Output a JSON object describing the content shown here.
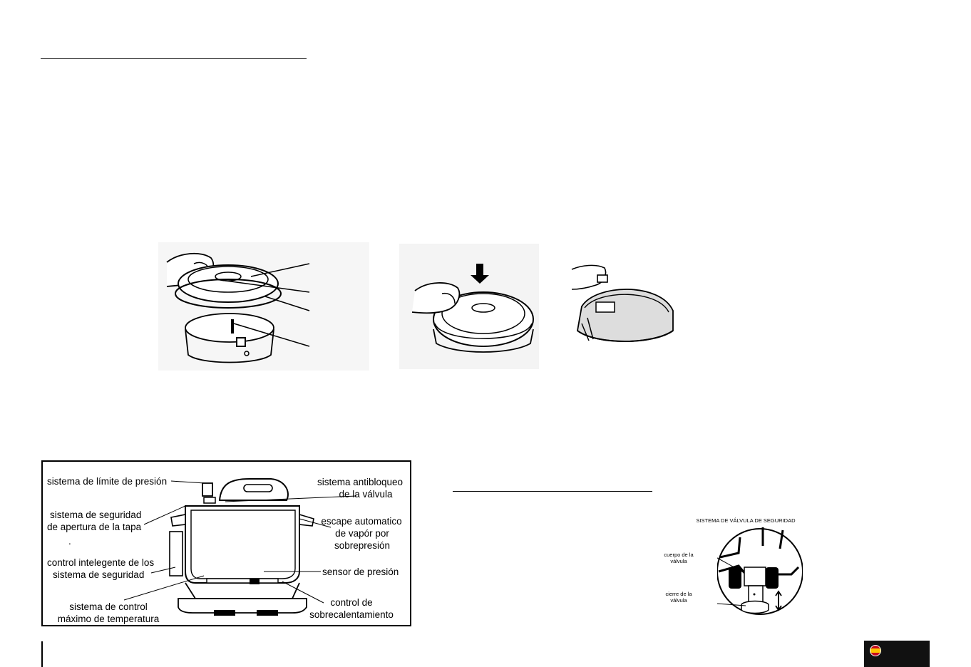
{
  "panel": {
    "labels": {
      "pressure_limit": "sistema de límite de presión",
      "lid_safety_1": "sistema de seguridad",
      "lid_safety_2": "de apertura de la tapa",
      "dot": ".",
      "smart_control_1": "control intelegente de los",
      "smart_control_2": "sistema de seguridad",
      "max_temp_1": "sistema de control",
      "max_temp_2": "máximo de temperatura",
      "antiblock_1": "sistema antibloqueo",
      "antiblock_2": "de la válvula",
      "auto_escape_1": "escape automatico",
      "auto_escape_2": "de vapór por",
      "auto_escape_3": "sobrepresión",
      "pressure_sensor": "sensor de presión",
      "overheat_1": "control de",
      "overheat_2": "sobrecalentamiento"
    }
  },
  "valve_diagram": {
    "title": "SISTEMA DE VÁLVULA DE SEGURIDAD",
    "body_1": "cuerpo de la",
    "body_2": "válvula",
    "seal_1": "cierre de la",
    "seal_2": "válvula"
  },
  "flag": {
    "icon": "spain-flag-icon",
    "colors": [
      "#c60b1e",
      "#ffc400"
    ]
  }
}
